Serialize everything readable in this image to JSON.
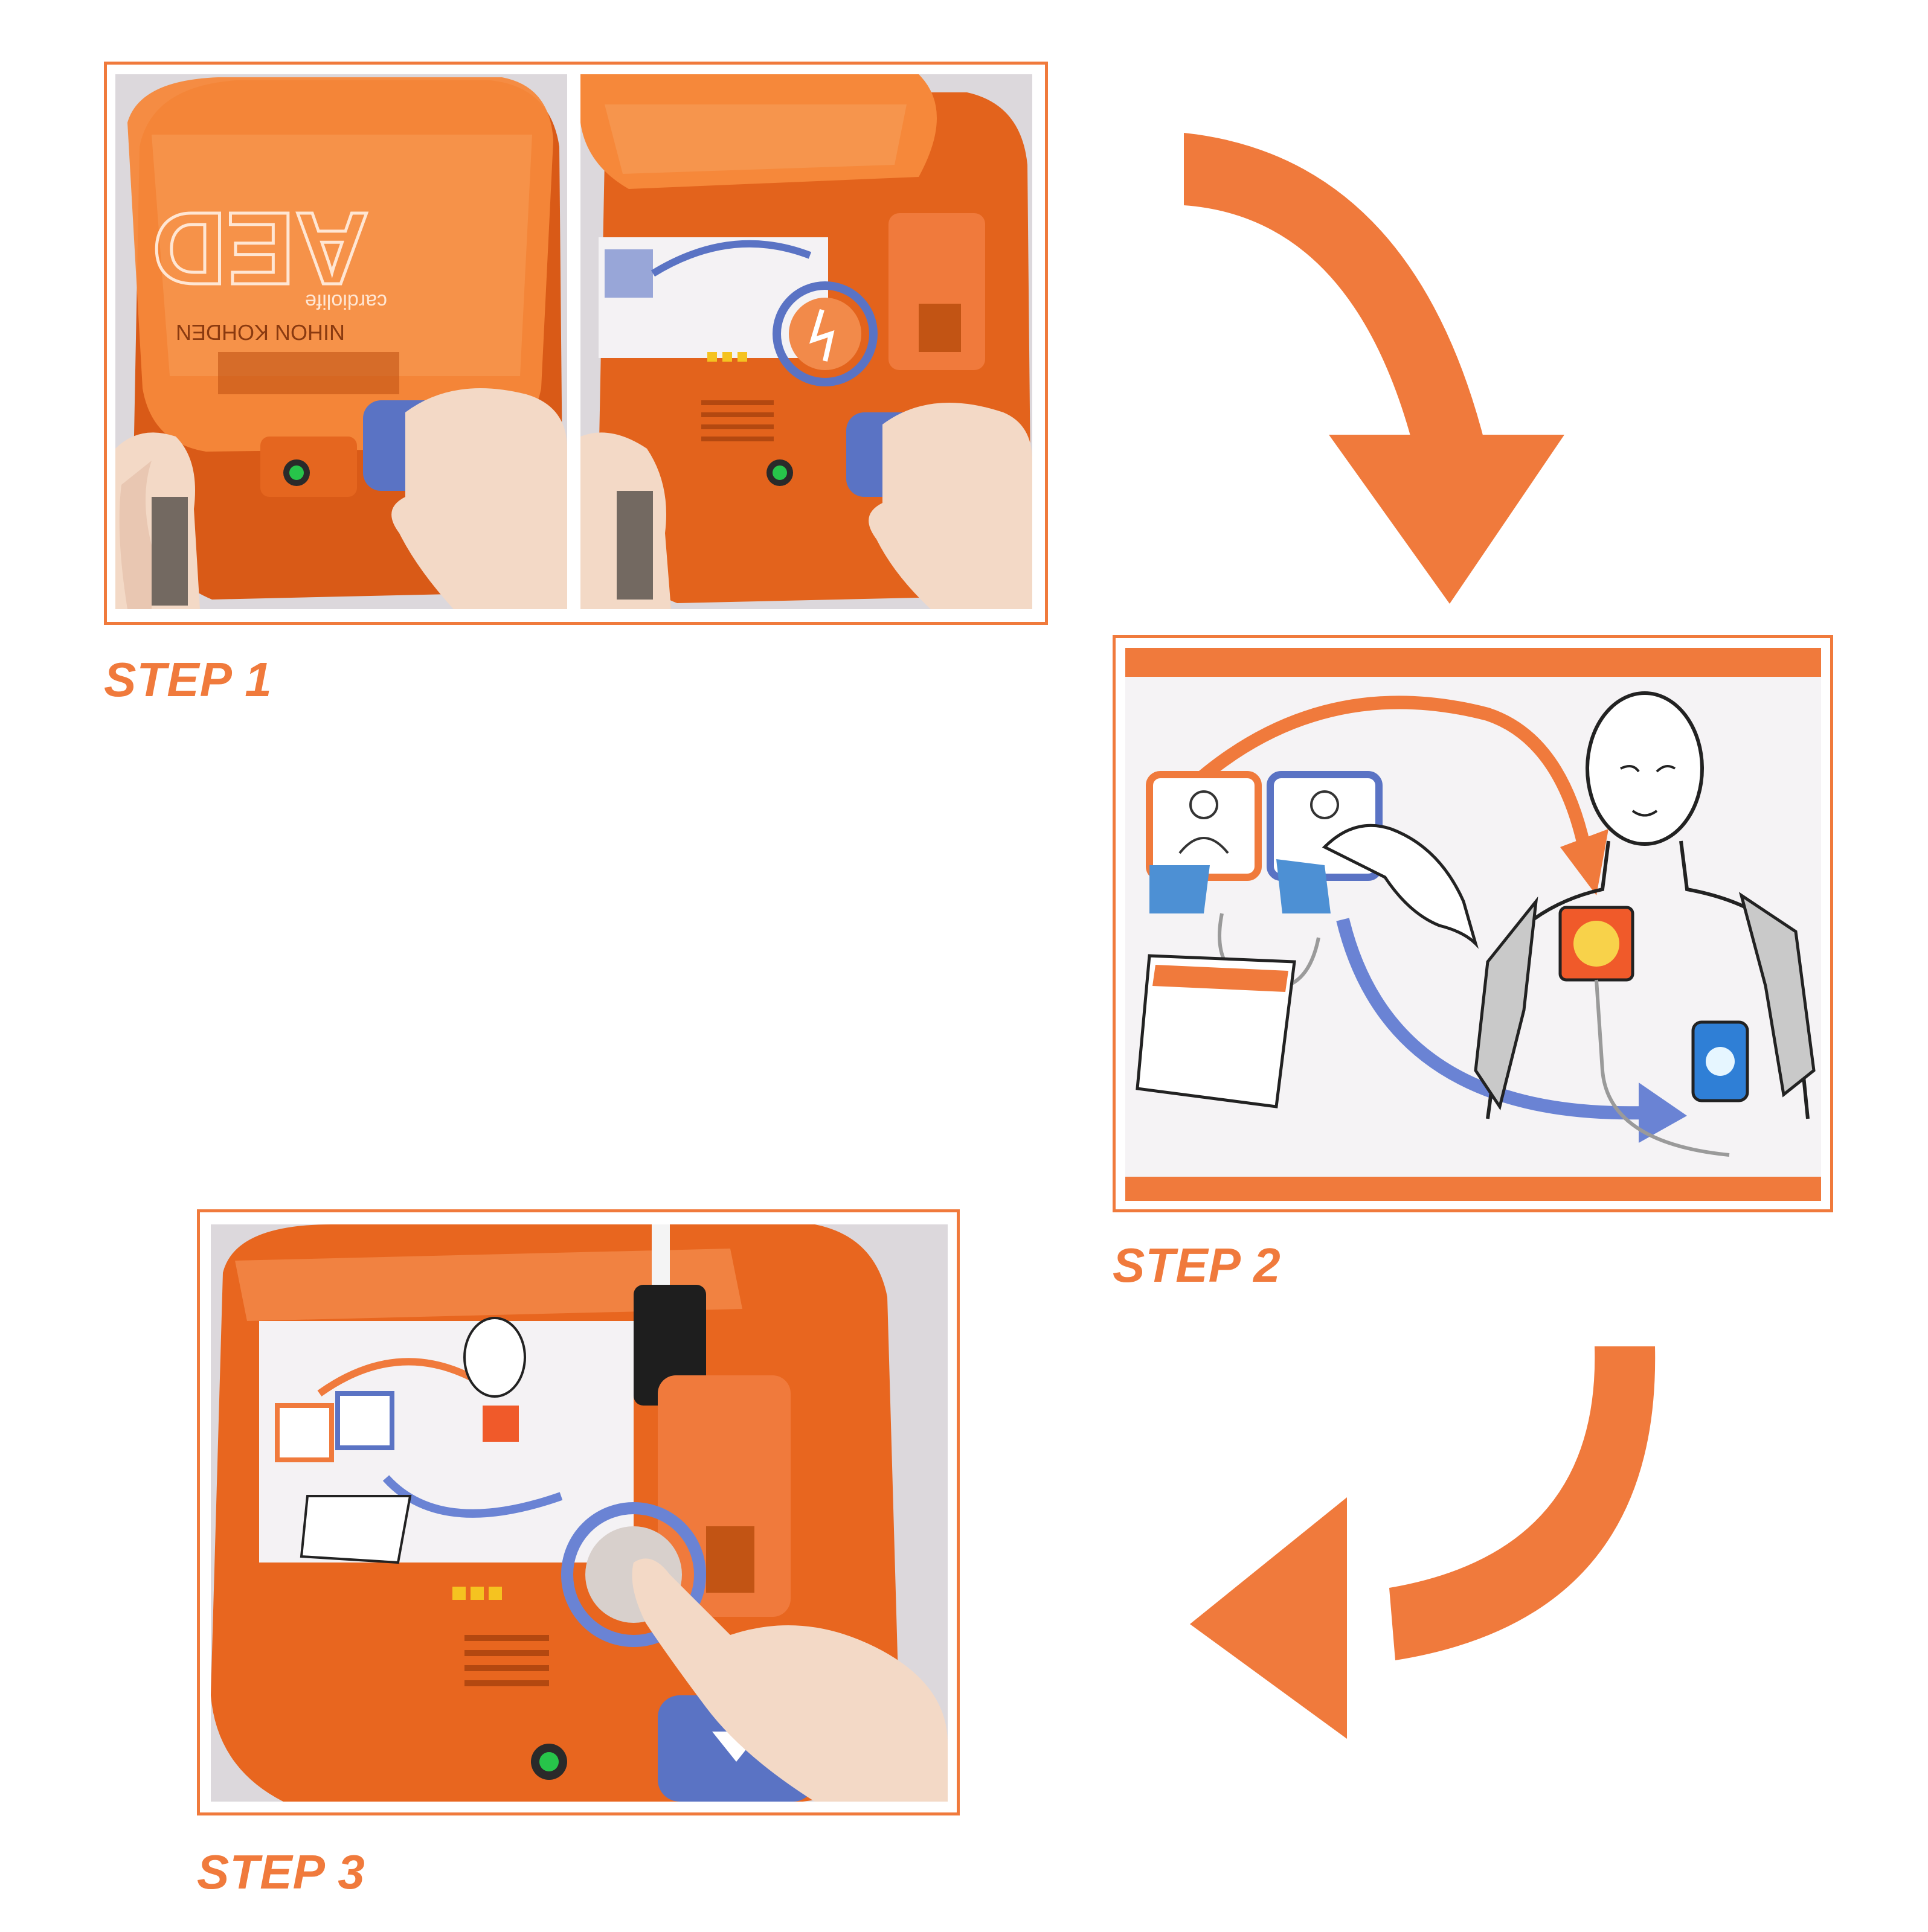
{
  "colors": {
    "accent": "#f07a3c",
    "device_orange": "#f26a1f",
    "device_dark": "#d4500f",
    "pad_blue": "#5a73c4",
    "led_green": "#27c44a",
    "led_yellow": "#f5c320",
    "skin": "#f3d9c6",
    "background_gray": "#dcd8dc"
  },
  "steps": [
    {
      "label": "STEP 1"
    },
    {
      "label": "STEP 2"
    },
    {
      "label": "STEP 3"
    }
  ],
  "device": {
    "brand": "NIHON KOHDEN",
    "model_word": "AED",
    "model_sub": "cardiolife"
  },
  "arrows": [
    {
      "name": "step1-to-step2",
      "direction": "clockwise-down"
    },
    {
      "name": "step2-to-step3",
      "direction": "clockwise-left"
    }
  ]
}
